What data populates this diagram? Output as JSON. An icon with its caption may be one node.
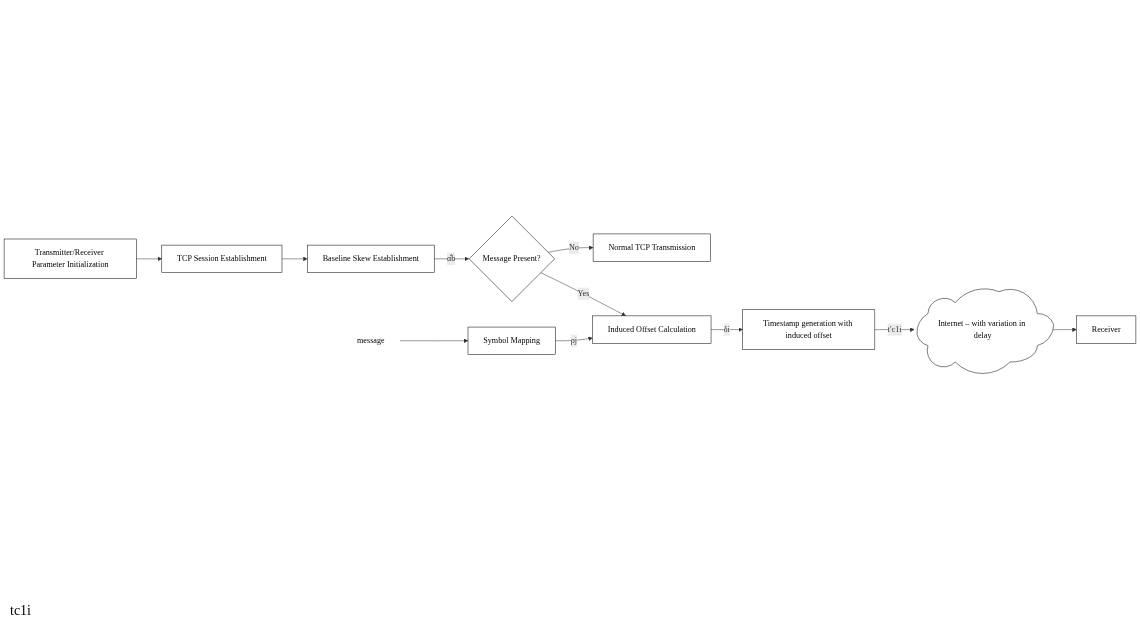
{
  "diagram": {
    "nodes": [
      {
        "text": [
          "Transmitter/Receiver Parameter Initialization"
        ]
      },
      {
        "text": [
          "TCP Session Establishment"
        ]
      },
      {
        "text": [
          "Baseline Skew Establishment"
        ]
      },
      {
        "text": [
          "Message Present?"
        ]
      },
      {
        "text": [
          "Normal TCP Transmission"
        ]
      },
      {
        "text": [
          "message"
        ]
      },
      {
        "text": [
          "Symbol Mapping"
        ]
      },
      {
        "text": [
          "Induced Offset Calculation"
        ]
      },
      {
        "text": [
          "Timestamp generation with induced offset"
        ]
      },
      {
        "text": [
          "Internet – with variation in delay"
        ]
      },
      {
        "text": [
          "Receiver"
        ]
      }
    ],
    "edges": [
      {
        "from": 0,
        "to": 1,
        "arrow": "to"
      },
      {
        "from": 1,
        "to": 2,
        "arrow": "to"
      },
      {
        "from": 2,
        "to": 3,
        "arrow": "to",
        "label": "α̂b"
      },
      {
        "from": 3,
        "to": 7,
        "arrow": "to",
        "label": "Yes"
      },
      {
        "from": 3,
        "to": 4,
        "arrow": "to",
        "label": "No"
      },
      {
        "from": 5,
        "to": 6,
        "arrow": "to"
      },
      {
        "from": 6,
        "to": 7,
        "arrow": "to",
        "label": "ρj"
      },
      {
        "from": 7,
        "to": 8,
        "arrow": "to",
        "label": "δi"
      },
      {
        "from": 8,
        "to": 9,
        "arrow": "to",
        "label": "t′c1i"
      },
      {
        "from": 9,
        "to": 10,
        "arrow": "to"
      }
    ],
    "labels": [
      "tc1i"
    ]
  }
}
